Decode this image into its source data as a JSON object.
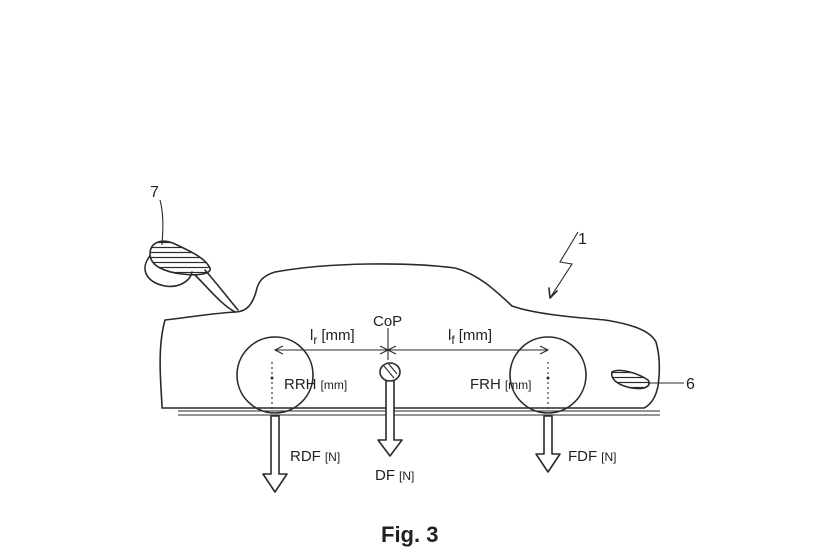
{
  "figure": {
    "caption": "Fig. 3",
    "refs": {
      "vehicle": "1",
      "front_element": "6",
      "rear_wing": "7"
    },
    "center_of_pressure": "CoP",
    "dimensions": {
      "rear": {
        "symbol": "l",
        "sub": "r",
        "unit": "[mm]"
      },
      "front": {
        "symbol": "l",
        "sub": "f",
        "unit": "[mm]"
      }
    },
    "ride_heights": {
      "rear": {
        "text": "RRH",
        "unit": "[mm]"
      },
      "front": {
        "text": "FRH",
        "unit": "[mm]"
      }
    },
    "forces": {
      "rear": {
        "text": "RDF",
        "unit": "[N]"
      },
      "total": {
        "text": "DF",
        "unit": "[N]"
      },
      "front": {
        "text": "FDF",
        "unit": "[N]"
      }
    }
  }
}
